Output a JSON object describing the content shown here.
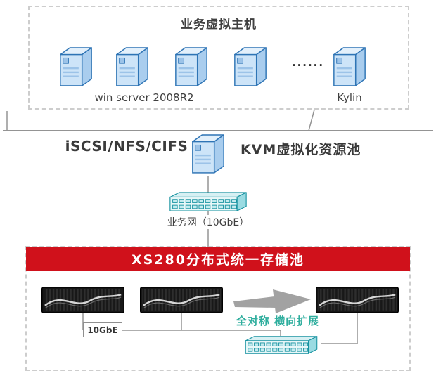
{
  "colors": {
    "banner_bg": "#d0111b",
    "banner_text": "#ffffff",
    "accent_teal": "#2fae9e",
    "server_blue": "#2e74b5",
    "switch_teal": "#1792a0",
    "storage_black": "#161616",
    "line_gray": "#949494",
    "dashed_border": "#cdcdcd"
  },
  "icons": {
    "server": "server-tower-icon",
    "kvm_server": "kvm-server-icon",
    "switch": "network-switch-icon",
    "storage": "storage-array-icon",
    "arrow": "scale-arrow-icon"
  },
  "top_box": {
    "title": "业务虚拟主机",
    "win_label": "win server 2008R2",
    "ellipsis": "......",
    "kylin_label": "Kylin",
    "server_count": 5
  },
  "network": {
    "protocols": "iSCSI/NFS/CIFS",
    "kvm_pool": "KVM虚拟化资源池",
    "switch_label": "业务网（10GbE）"
  },
  "storage": {
    "banner": "XS280分布式统一存储池",
    "scale_text": "全对称 横向扩展",
    "link_speed": "10GbE",
    "array_count": 3
  }
}
